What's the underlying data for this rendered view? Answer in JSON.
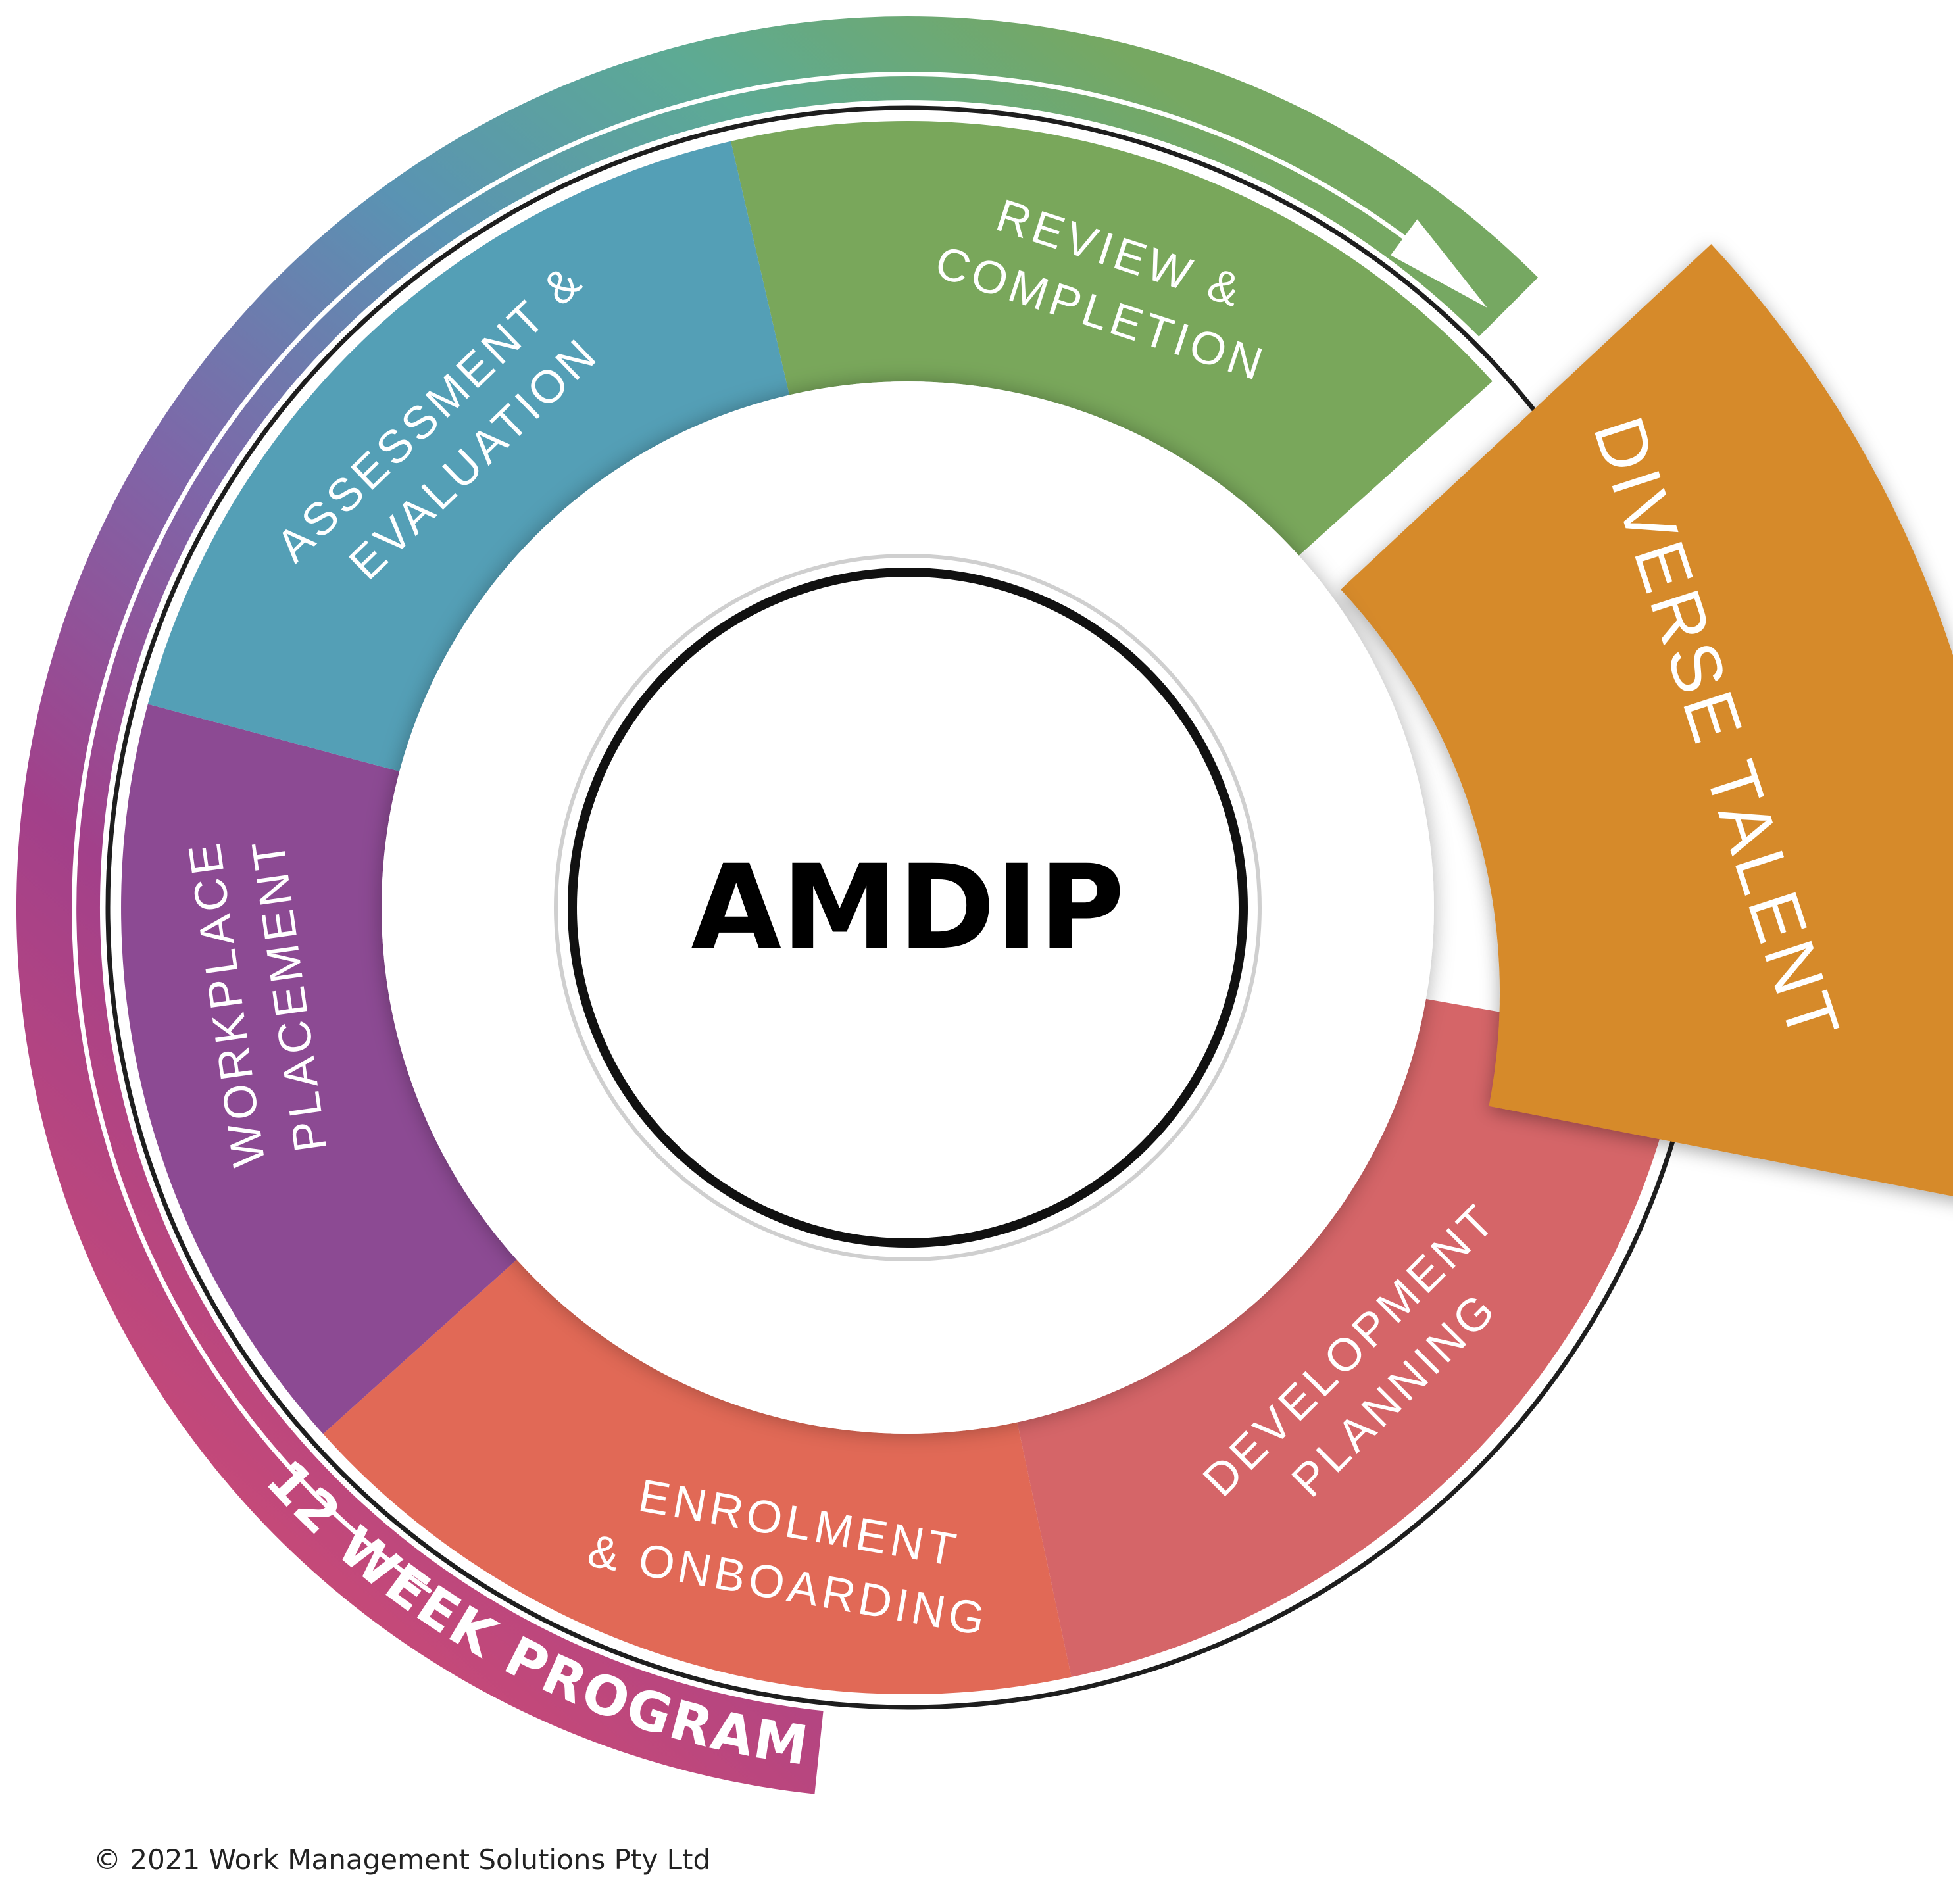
{
  "center_label": "AMDIP",
  "program_label": "12 WEEK PROGRAM",
  "outcome_label": "DIVERSE TALENT",
  "copyright": "© 2021 Work Management Solutions Pty Ltd",
  "stages": [
    {
      "id": "review",
      "lines": [
        "REVIEW &",
        "COMPLETION"
      ],
      "color": "#79A75B"
    },
    {
      "id": "development",
      "lines": [
        "DEVELOPMENT",
        "PLANNING"
      ],
      "color": "#D56568"
    },
    {
      "id": "enrolment",
      "lines": [
        "ENROLMENT",
        "& ONBOARDING"
      ],
      "color": "#E16956"
    },
    {
      "id": "workplace",
      "lines": [
        "WORKPLACE",
        "PLACEMENT"
      ],
      "color": "#8C4A93"
    },
    {
      "id": "assessment",
      "lines": [
        "ASSESSMENT &",
        "EVALUATION"
      ],
      "color": "#549FB6"
    }
  ],
  "colors": {
    "outcome": "#D68A2A",
    "outer_band": [
      "#DA6159",
      "#C44979",
      "#A2408A",
      "#7E66A8",
      "#5A93B3",
      "#5DAA94",
      "#76A862"
    ],
    "ring_outline": "#1E1E1E",
    "arrow": "#ffffff"
  }
}
